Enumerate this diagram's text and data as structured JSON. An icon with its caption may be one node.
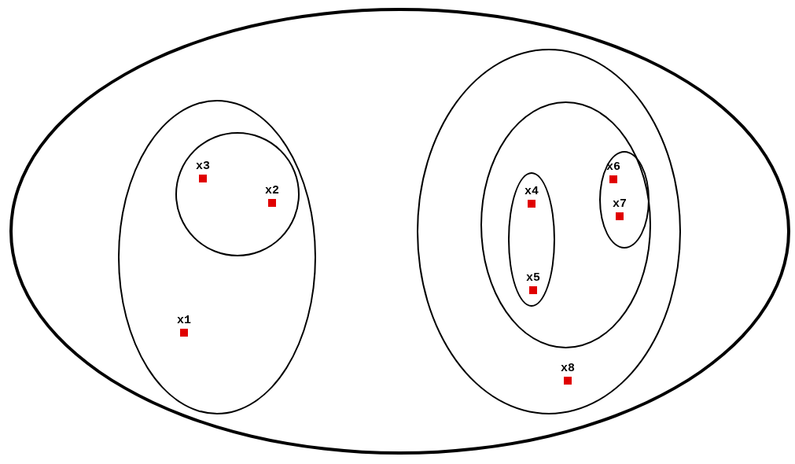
{
  "diagram": {
    "nodes": [
      {
        "text": [],
        "shape": "ellipse"
      },
      {
        "text": [],
        "shape": "ellipse",
        "in": 0
      },
      {
        "text": [],
        "shape": "circle",
        "in": 1
      },
      {
        "text": [
          "x3"
        ],
        "in": 2
      },
      {
        "text": [
          "x2"
        ],
        "in": 2
      },
      {
        "text": [
          "x1"
        ],
        "in": 1
      },
      {
        "text": [],
        "shape": "ellipse",
        "in": 0
      },
      {
        "text": [],
        "shape": "ellipse",
        "in": 6
      },
      {
        "text": [],
        "shape": "ellipse",
        "in": 7
      },
      {
        "text": [
          "x4"
        ],
        "in": 8
      },
      {
        "text": [
          "x5"
        ],
        "in": 8
      },
      {
        "text": [],
        "shape": "ellipse",
        "in": 7
      },
      {
        "text": [
          "x6"
        ],
        "in": 11
      },
      {
        "text": [
          "x7"
        ],
        "in": 11
      },
      {
        "text": [
          "x8"
        ],
        "in": 6
      }
    ],
    "edges": []
  }
}
